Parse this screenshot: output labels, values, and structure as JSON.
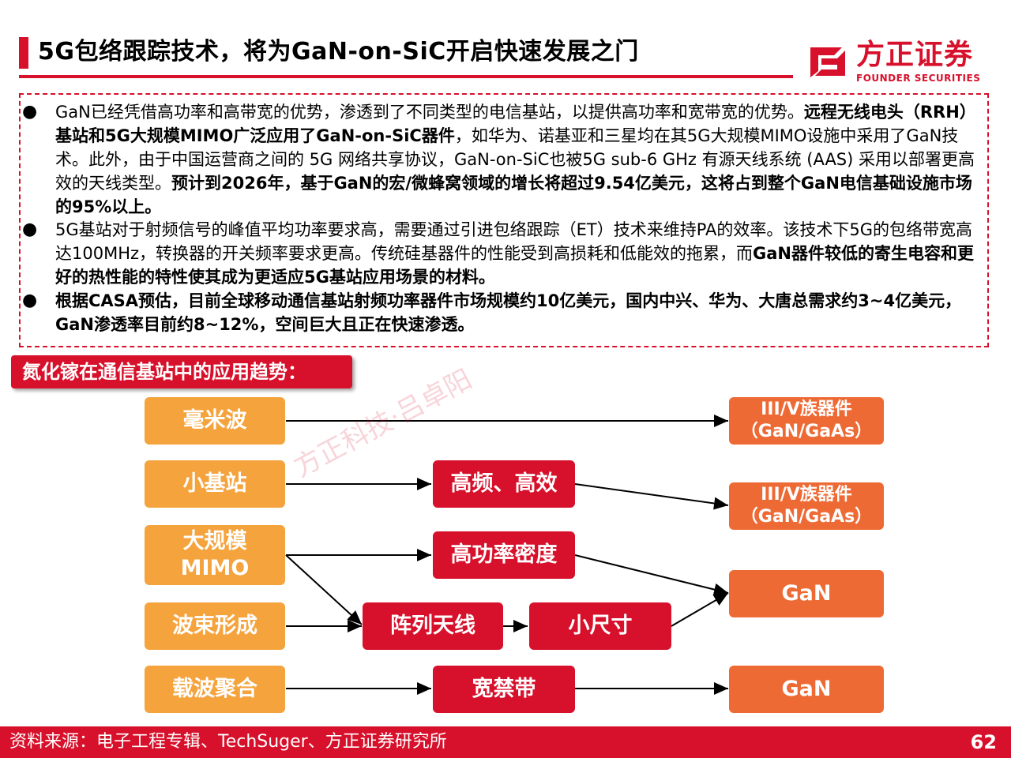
{
  "header": {
    "title": "5G包络跟踪技术，将为GaN-on-SiC开启快速发展之门",
    "logo_name": "方正证券",
    "logo_sub": "FOUNDER SECURITIES"
  },
  "bullets": [
    {
      "parts": [
        {
          "text": "GaN已经凭借高功率和高带宽的优势，渗透到了不同类型的电信基站，以提供高功率和宽带宽的优势。",
          "bold": false
        },
        {
          "text": "远程无线电头（RRH）基站和5G大规模MIMO广泛应用了GaN-on-SiC器件",
          "bold": true
        },
        {
          "text": "，如华为、诺基亚和三星均在其5G大规模MIMO设施中采用了GaN技术。此外，由于中国运营商之间的 5G 网络共享协议，GaN-on-SiC也被5G sub-6 GHz 有源天线系统 (AAS) 采用以部署更高效的天线类型。",
          "bold": false
        },
        {
          "text": "预计到2026年，基于GaN的宏/微蜂窝领域的增长将超过9.54亿美元，这将占到整个GaN电信基础设施市场的95%以上。",
          "bold": true
        }
      ]
    },
    {
      "parts": [
        {
          "text": "5G基站对于射频信号的峰值平均功率要求高，需要通过引进包络跟踪（ET）技术来维持PA的效率。该技术下5G的包络带宽高达100MHz，转换器的开关频率要求更高。传统硅基器件的性能受到高损耗和低能效的拖累，而",
          "bold": false
        },
        {
          "text": "GaN器件较低的寄生电容和更好的热性能的特性使其成为更适应5G基站应用场景的材料。",
          "bold": true
        }
      ]
    },
    {
      "parts": [
        {
          "text": "根据CASA预估，目前全球移动通信基站射频功率器件市场规模约10亿美元，国内中兴、华为、大唐总需求约3~4亿美元，GaN渗透率目前约8~12%，空间巨大且正在快速渗透。",
          "bold": true
        }
      ]
    }
  ],
  "section_title": "氮化镓在通信基站中的应用趋势：",
  "diagram": {
    "inputs": {
      "mmwave": "毫米波",
      "small_cell": "小基站",
      "mimo": "大规模\nMIMO",
      "beamforming": "波束形成",
      "carrier_agg": "载波聚合"
    },
    "middle": {
      "high_freq": "高频、高效",
      "high_power": "高功率密度",
      "array_antenna": "阵列天线",
      "small_size": "小尺寸",
      "wide_bandgap": "宽禁带"
    },
    "outputs": {
      "iiiv_1": "III/V族器件\n（GaN/GaAs）",
      "iiiv_2": "III/V族器件\n（GaN/GaAs）",
      "gan_1": "GaN",
      "gan_2": "GaN"
    },
    "watermark": "方正科技·吕卓阳"
  },
  "footer": {
    "source": "资料来源：电子工程专辑、TechSuger、方正证券研究所",
    "page": "62"
  },
  "colors": {
    "brand_red": "#d7102b",
    "orange": "#f5a33c",
    "coral": "#ee6a35"
  }
}
